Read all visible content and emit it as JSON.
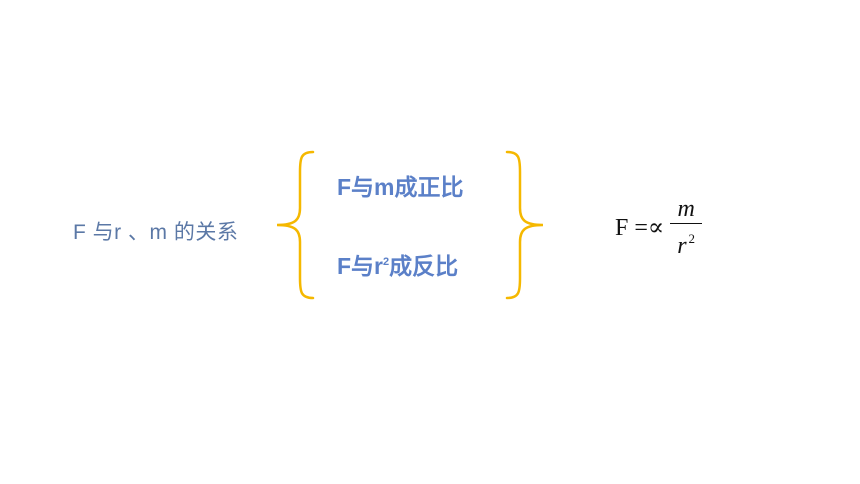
{
  "slide": {
    "left_label": "F 与r 、m 的关系",
    "relations": {
      "top": "F与m成正比",
      "bottom_prefix": "F与r",
      "bottom_sup": "2",
      "bottom_suffix": "成反比"
    },
    "formula": {
      "lhs": "F =∝",
      "numerator": "m",
      "denominator": "r",
      "exponent": "2"
    }
  },
  "colors": {
    "label_text": "#5b78a6",
    "relation_text": "#5b80c8",
    "brace": "#f5b800",
    "formula_text": "#111111"
  }
}
